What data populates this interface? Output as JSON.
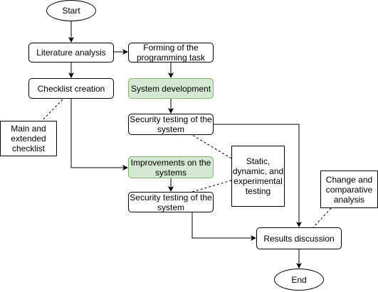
{
  "nodes": {
    "start": "Start",
    "literature": "Literature analysis",
    "checklist": "Checklist creation",
    "main_checklist": "Main and\nextended\nchecklist",
    "forming": "Forming of the\nprogramming task",
    "sysdev": "System development",
    "sectest1": "Security testing of the\nsystem",
    "improvements": "Improvements on the\nsystems",
    "static": "Static,\ndynamic, and\nexperimental\ntesting",
    "sectest2": "Security testing of the\nsystem",
    "change": "Change and\ncomparative\nanalysis",
    "results": "Results discussion",
    "end": "End"
  },
  "colors": {
    "highlight_fill": "#d5e8d4",
    "highlight_stroke": "#82b366",
    "line": "#000000"
  }
}
